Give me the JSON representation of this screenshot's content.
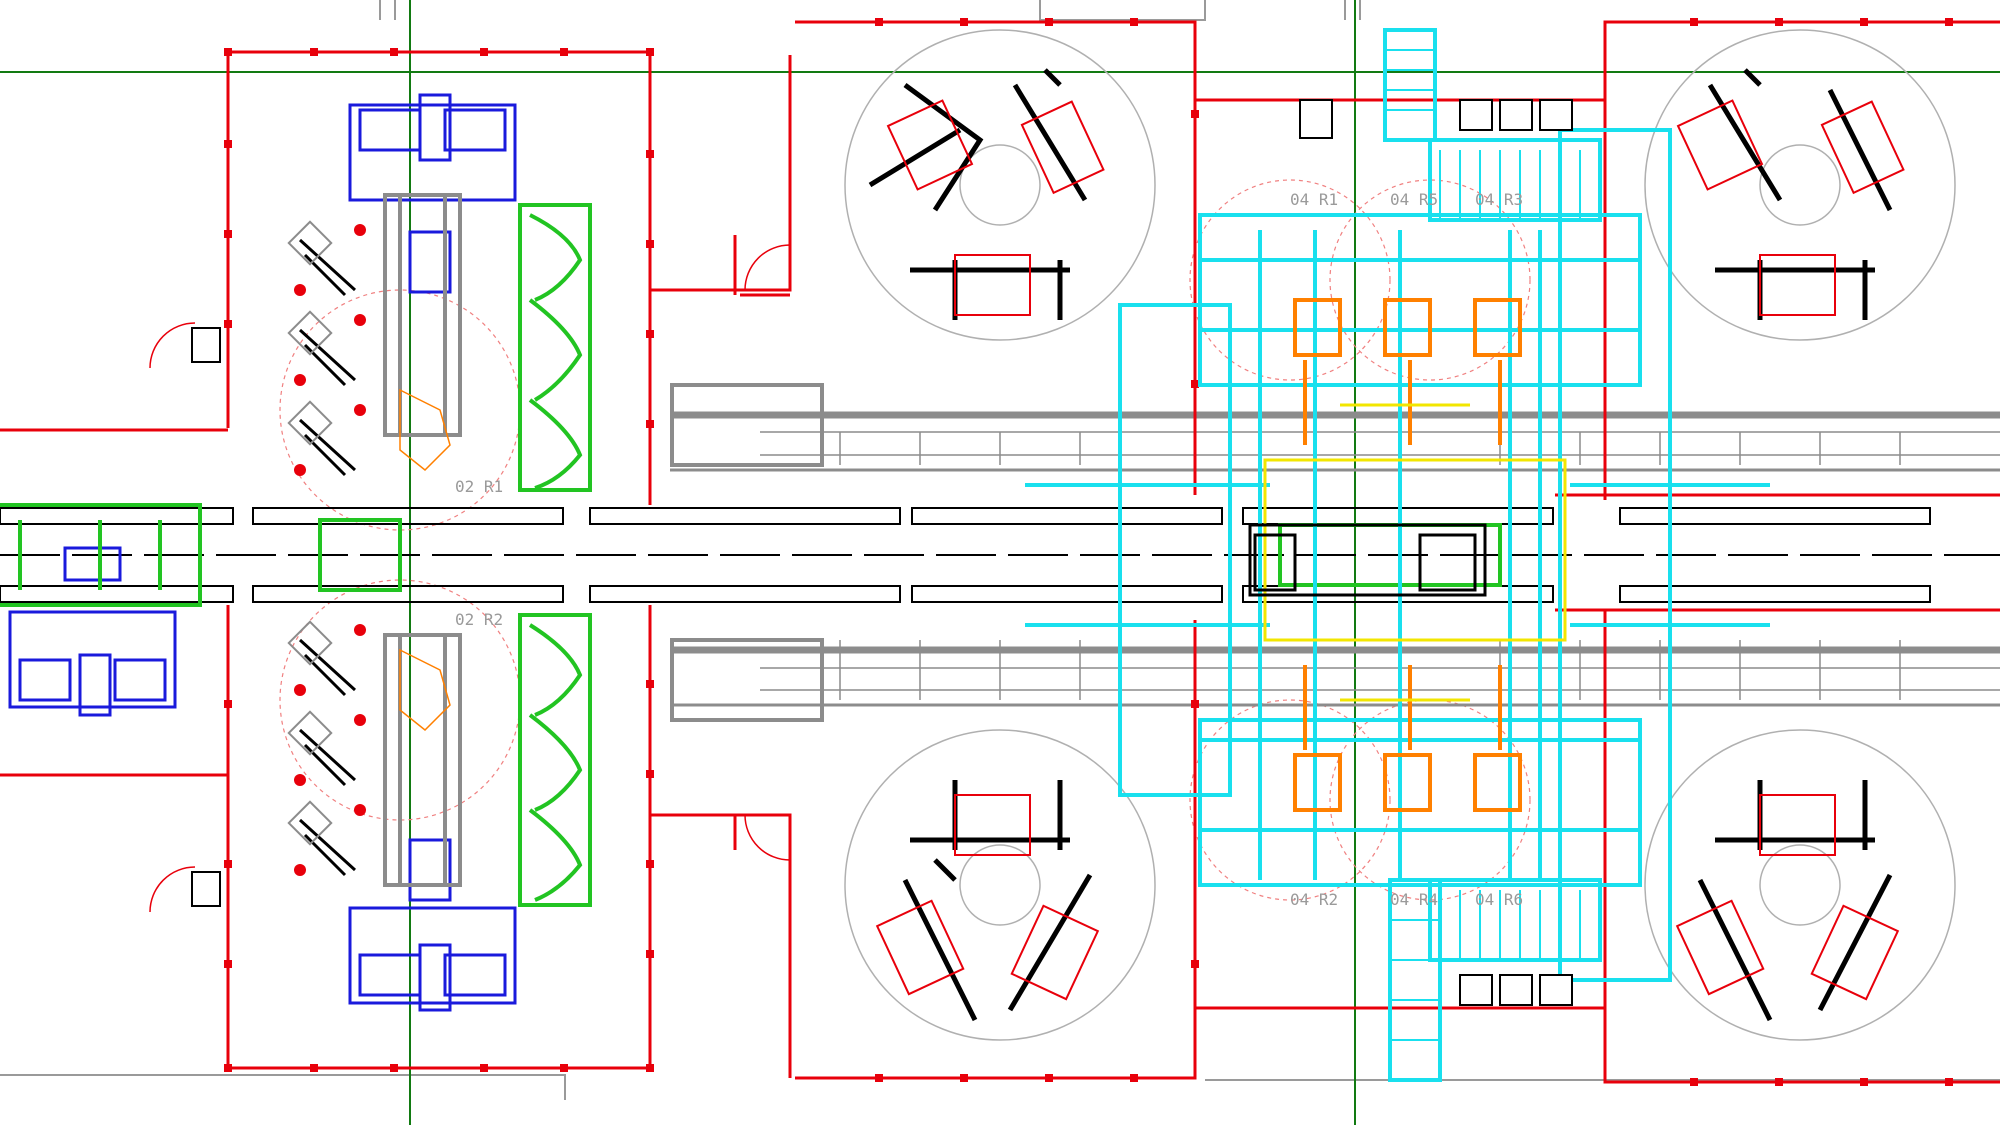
{
  "drawing": {
    "cell_labels": [
      {
        "id": "c02r1",
        "text": "02 R1"
      },
      {
        "id": "c02r2",
        "text": "02 R2"
      },
      {
        "id": "c04r1",
        "text": "04 R1"
      },
      {
        "id": "c04r5",
        "text": "04 R5"
      },
      {
        "id": "c04r3",
        "text": "04 R3"
      },
      {
        "id": "c04r2",
        "text": "04 R2"
      },
      {
        "id": "c04r4",
        "text": "04 R4"
      },
      {
        "id": "c04r6",
        "text": "04 R6"
      }
    ]
  },
  "layer_colors": {
    "fence": "#e8000b",
    "fence_dashed": "#f08080",
    "robot": "#000000",
    "fixture_blue": "#1a1adc",
    "fixture_green": "#22c422",
    "tooling_cyan": "#19e0ee",
    "tooling_orange": "#ff8000",
    "tooling_yellow": "#f2e600",
    "conveyor": "#8c8c8c",
    "gridline": "#127a12",
    "reach_circle": "#b0b0b0"
  }
}
